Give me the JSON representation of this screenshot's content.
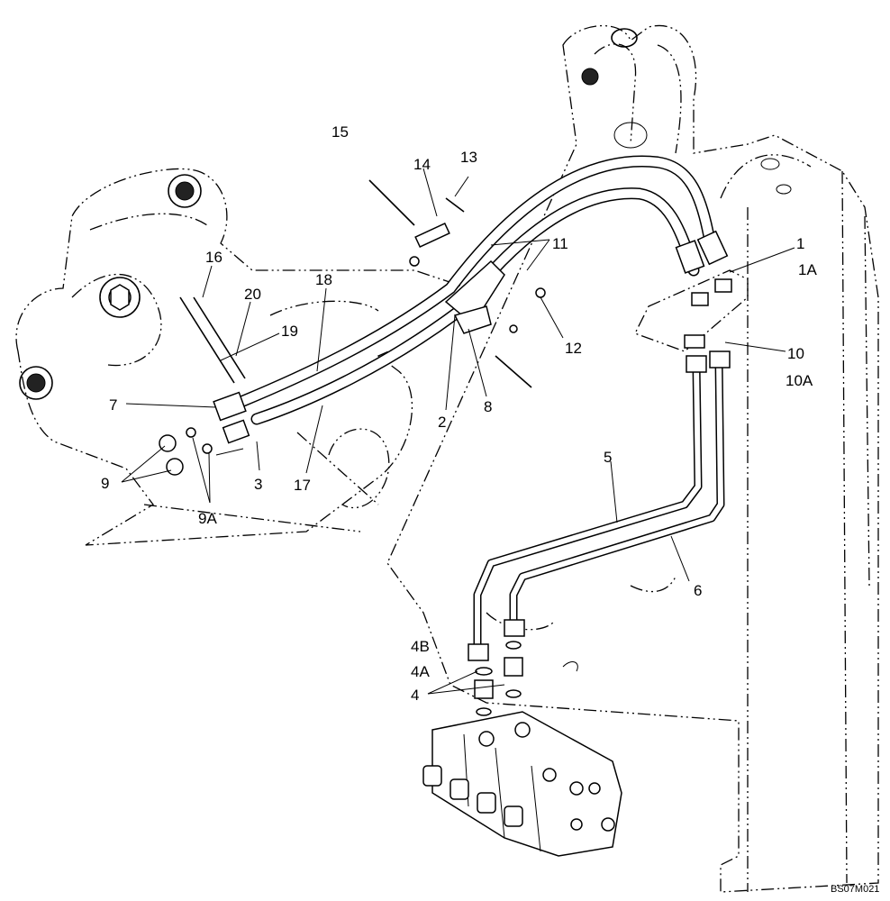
{
  "diagram": {
    "callouts": [
      {
        "id": "c15",
        "text": "15"
      },
      {
        "id": "c14",
        "text": "14"
      },
      {
        "id": "c13",
        "text": "13"
      },
      {
        "id": "c11",
        "text": "11"
      },
      {
        "id": "c1",
        "text": "1"
      },
      {
        "id": "c1a",
        "text": "1A"
      },
      {
        "id": "c16",
        "text": "16"
      },
      {
        "id": "c20",
        "text": "20"
      },
      {
        "id": "c18",
        "text": "18"
      },
      {
        "id": "c19",
        "text": "19"
      },
      {
        "id": "c12",
        "text": "12"
      },
      {
        "id": "c10",
        "text": "10"
      },
      {
        "id": "c10a",
        "text": "10A"
      },
      {
        "id": "c7",
        "text": "7"
      },
      {
        "id": "c2",
        "text": "2"
      },
      {
        "id": "c8",
        "text": "8"
      },
      {
        "id": "c9",
        "text": "9"
      },
      {
        "id": "c3",
        "text": "3"
      },
      {
        "id": "c17",
        "text": "17"
      },
      {
        "id": "c9a",
        "text": "9A"
      },
      {
        "id": "c5",
        "text": "5"
      },
      {
        "id": "c6",
        "text": "6"
      },
      {
        "id": "c4b",
        "text": "4B"
      },
      {
        "id": "c4a",
        "text": "4A"
      },
      {
        "id": "c4",
        "text": "4"
      }
    ],
    "drawing_code": "BS07M021"
  }
}
